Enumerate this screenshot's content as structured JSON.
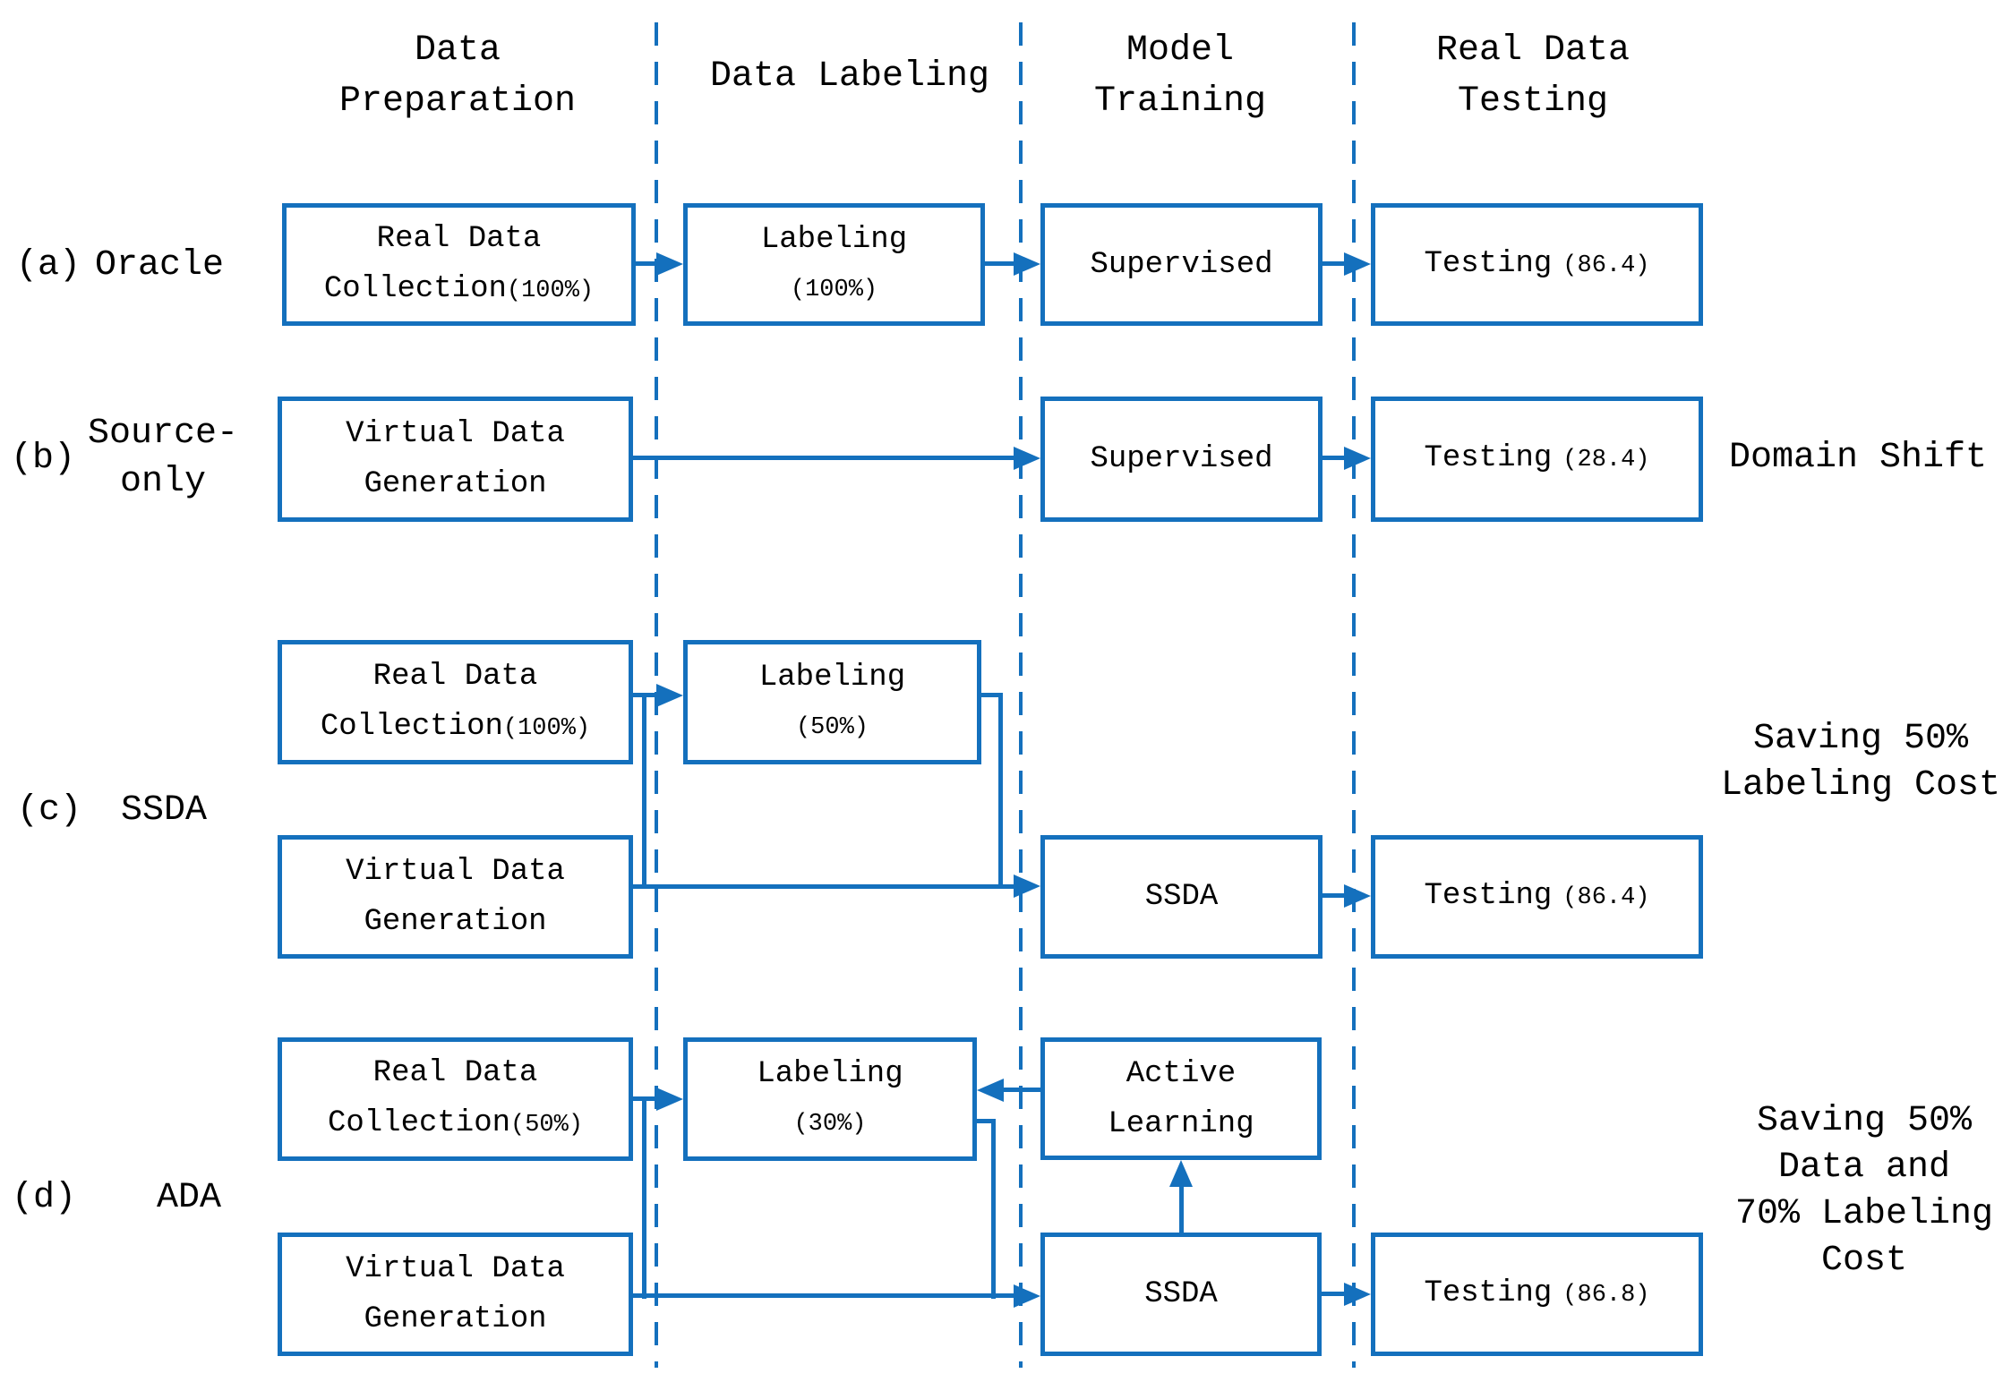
{
  "colors": {
    "accent": "#1470BD",
    "text": "#000000",
    "background": "#FFFFFF"
  },
  "columns": {
    "data_preparation": {
      "line1": "Data",
      "line2": "Preparation"
    },
    "data_labeling": {
      "line1": "Data Labeling"
    },
    "model_training": {
      "line1": "Model",
      "line2": "Training"
    },
    "real_data_testing": {
      "line1": "Real Data",
      "line2": "Testing"
    }
  },
  "pipelines": {
    "a": {
      "label": "(a)",
      "name": "Oracle",
      "real_data_collection": {
        "line1": "Real Data",
        "line2": "Collection",
        "pct": "(100%)"
      },
      "labeling": {
        "title": "Labeling",
        "pct": "(100%)"
      },
      "training": "Supervised",
      "testing": {
        "label": "Testing",
        "score": "(86.4)"
      }
    },
    "b": {
      "label": "(b)",
      "name_line1": "Source-",
      "name_line2": "only",
      "virtual_data_generation": {
        "line1": "Virtual Data",
        "line2": "Generation"
      },
      "training": "Supervised",
      "testing": {
        "label": "Testing",
        "score": "(28.4)"
      },
      "annotation": {
        "line1": "Domain Shift"
      }
    },
    "c": {
      "label": "(c)",
      "name": "SSDA",
      "real_data_collection": {
        "line1": "Real Data",
        "line2": "Collection",
        "pct": "(100%)"
      },
      "labeling": {
        "title": "Labeling",
        "pct": "(50%)"
      },
      "virtual_data_generation": {
        "line1": "Virtual Data",
        "line2": "Generation"
      },
      "training": "SSDA",
      "testing": {
        "label": "Testing",
        "score": "(86.4)"
      },
      "annotation": {
        "line1": "Saving 50%",
        "line2": "Labeling Cost"
      }
    },
    "d": {
      "label": "(d)",
      "name": "ADA",
      "real_data_collection": {
        "line1": "Real Data",
        "line2": "Collection",
        "pct": "(50%)"
      },
      "labeling": {
        "title": "Labeling",
        "pct": "(30%)"
      },
      "active_learning": {
        "line1": "Active",
        "line2": "Learning"
      },
      "virtual_data_generation": {
        "line1": "Virtual Data",
        "line2": "Generation"
      },
      "training": "SSDA",
      "testing": {
        "label": "Testing",
        "score": "(86.8)"
      },
      "annotation": {
        "line1": "Saving 50%",
        "line2": "Data and",
        "line3": "70% Labeling",
        "line4": "Cost"
      }
    }
  }
}
